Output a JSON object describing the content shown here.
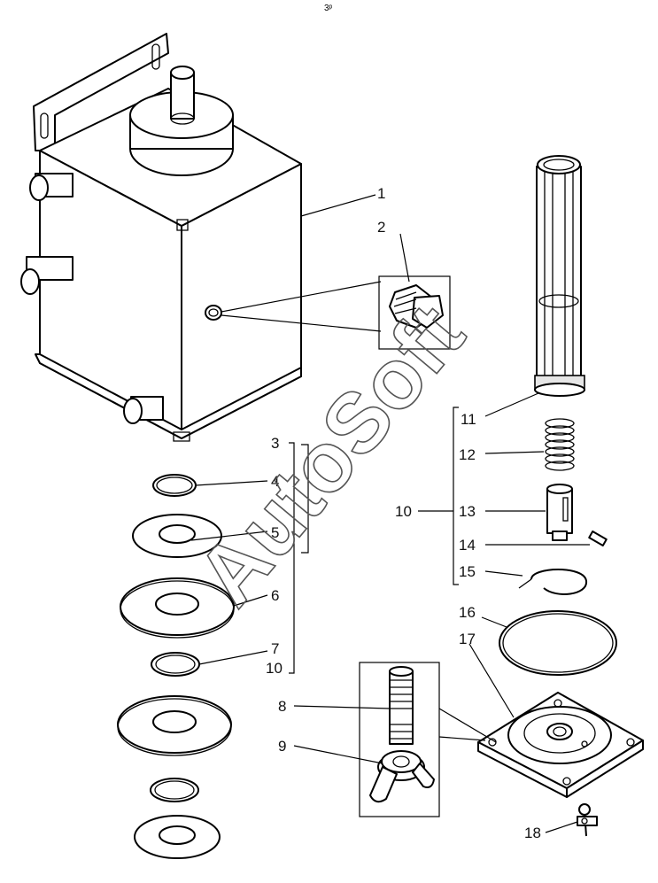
{
  "header_mark": "3ᵖ",
  "watermark": "AutoSoft",
  "callouts": [
    "1",
    "2",
    "3",
    "4",
    "5",
    "6",
    "7",
    "10",
    "8",
    "9",
    "11",
    "12",
    "10",
    "13",
    "14",
    "15",
    "16",
    "17",
    "18"
  ]
}
